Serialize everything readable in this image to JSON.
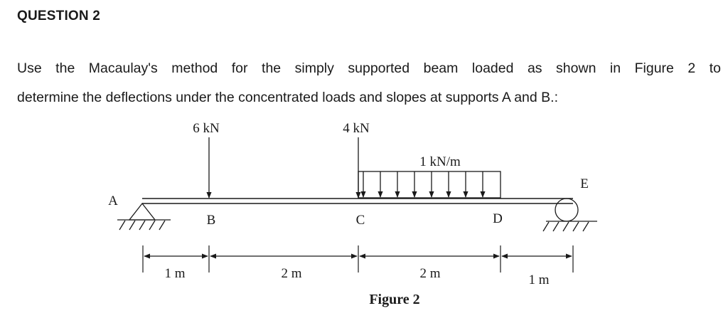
{
  "question": {
    "heading": "QUESTION 2",
    "line1": "Use the Macaulay's method for the simply supported beam loaded as shown in Figure 2 to",
    "line2": "determine the deflections under the concentrated loads and slopes at supports A and B.:"
  },
  "figure": {
    "caption": "Figure 2",
    "loads": {
      "point_b": "6 kN",
      "point_c": "4 kN",
      "udl": "1 kN/m"
    },
    "points": {
      "a": "A",
      "b": "B",
      "c": "C",
      "d": "D",
      "e": "E"
    },
    "dimensions": {
      "ab": "1 m",
      "bc": "2 m",
      "cd": "2 m",
      "de": "1 m"
    }
  }
}
